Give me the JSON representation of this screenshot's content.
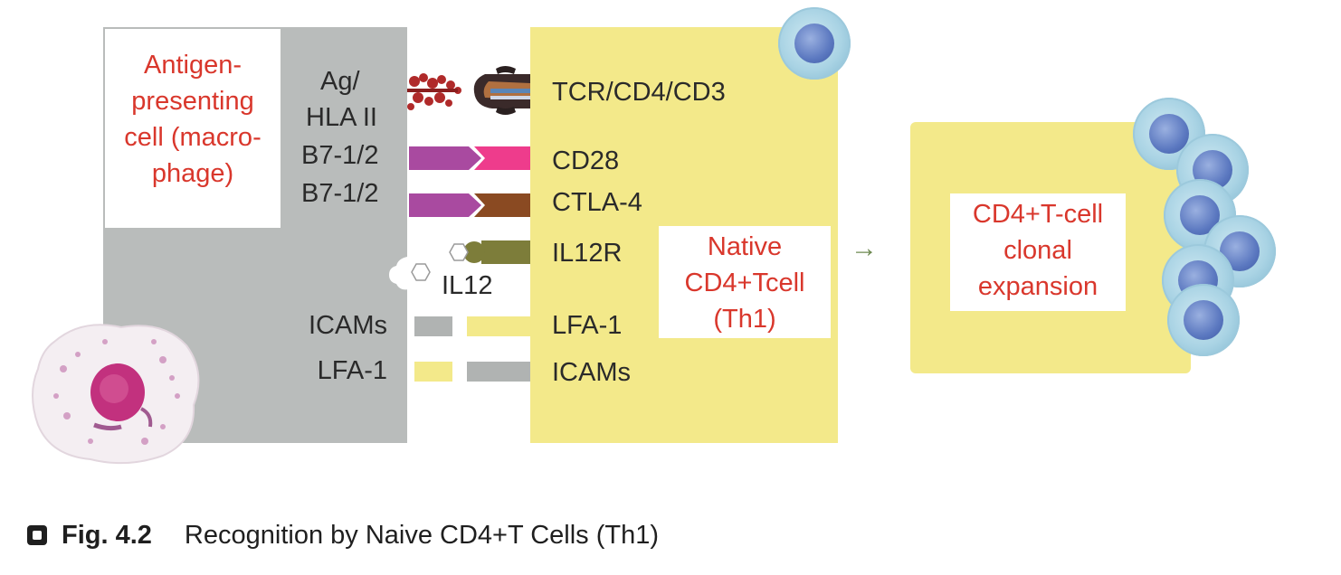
{
  "apc": {
    "label_lines": [
      "Antigen-",
      "presenting",
      "cell (macro-",
      "phage)"
    ]
  },
  "apc_molecules": {
    "ag_line1": "Ag/",
    "ag_line2": "HLA II",
    "b7_1": "B7-1/2",
    "b7_2": "B7-1/2",
    "il12": "IL12",
    "icams": "ICAMs",
    "lfa1": "LFA-1"
  },
  "tcell_molecules": {
    "tcr": "TCR/CD4/CD3",
    "cd28": "CD28",
    "ctla4": "CTLA-4",
    "il12r": "IL12R",
    "lfa1": "LFA-1",
    "icams": "ICAMs"
  },
  "tcell": {
    "label_lines": [
      "Native",
      "CD4+Tcell",
      "(Th1)"
    ]
  },
  "clonal": {
    "label_lines": [
      "CD4+T-cell",
      "clonal",
      "expansion"
    ]
  },
  "arrow_glyph": "→",
  "caption": {
    "fig": "Fig. 4.2",
    "text": "Recognition by Naive CD4+T Cells (Th1)"
  },
  "colors": {
    "apc_gray": "#b9bcbb",
    "tcell_yellow": "#f3e98a",
    "label_red": "#d9372c",
    "b7_purple": "#a94aa0",
    "cd28_pink": "#ee3c8c",
    "ctla4_brown": "#8a4a22",
    "il12r_olive": "#7d7d3a"
  }
}
